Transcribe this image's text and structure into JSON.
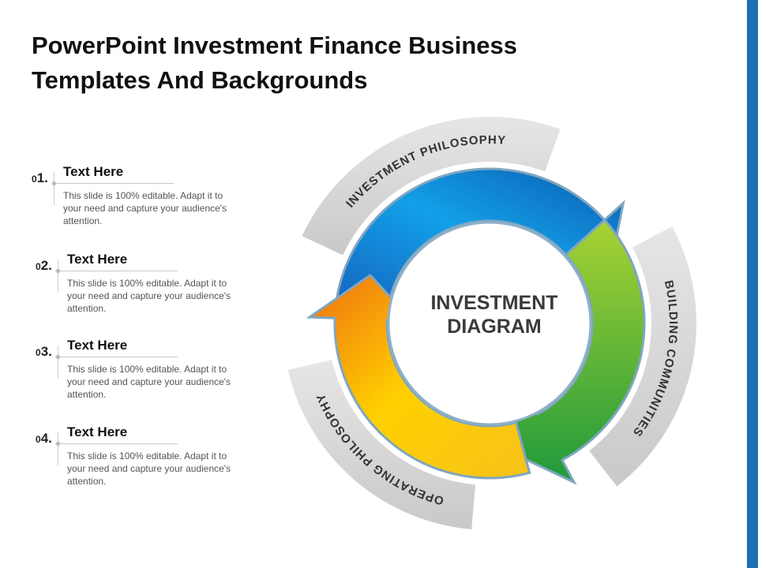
{
  "title": "PowerPoint Investment Finance Business Templates And Backgrounds",
  "items": [
    {
      "num_prefix": "0",
      "num": "1.",
      "title": "Text Here",
      "desc": "This slide is 100% editable. Adapt it to your need and capture your audience's attention."
    },
    {
      "num_prefix": "0",
      "num": "2.",
      "title": "Text Here",
      "desc": "This slide is 100% editable. Adapt it to your need and capture your audience's attention."
    },
    {
      "num_prefix": "0",
      "num": "3.",
      "title": "Text Here",
      "desc": "This slide is 100% editable. Adapt it to your need and capture your audience's attention."
    },
    {
      "num_prefix": "0",
      "num": "4.",
      "title": "Text Here",
      "desc": "This slide is 100% editable. Adapt it to your need and capture your audience's attention."
    }
  ],
  "diagram": {
    "center_line1": "INVESTMENT",
    "center_line2": "DIAGRAM",
    "labels": [
      "INVESTMENT PHILOSOPHY",
      "BUILDING COMMUNITIES",
      "OPERATING PHILOSOPHY"
    ],
    "colors": {
      "blue": "#1a7fd0",
      "green": "#5cb82e",
      "orange": "#f39a1c",
      "accent": "#1f6fb5"
    }
  }
}
